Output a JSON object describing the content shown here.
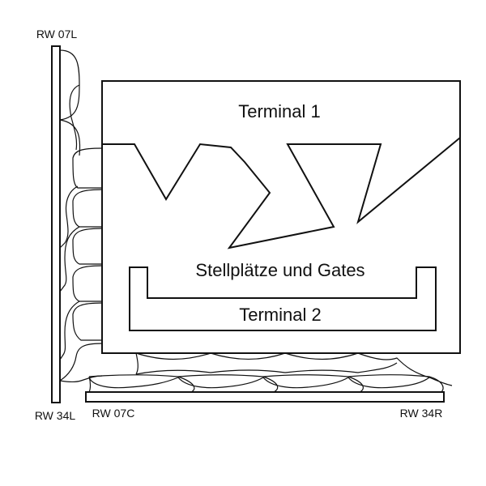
{
  "labels": {
    "terminal_1": "Terminal 1",
    "terminal_2": "Terminal 2",
    "stands_and_gates": "Stellplätze und Gates",
    "runway_07l": "RW 07L",
    "runway_34l": "RW 34L",
    "runway_07c": "RW 07C",
    "runway_34r": "RW 34R"
  },
  "colors": {
    "stroke": "#111111",
    "background": "#ffffff"
  }
}
